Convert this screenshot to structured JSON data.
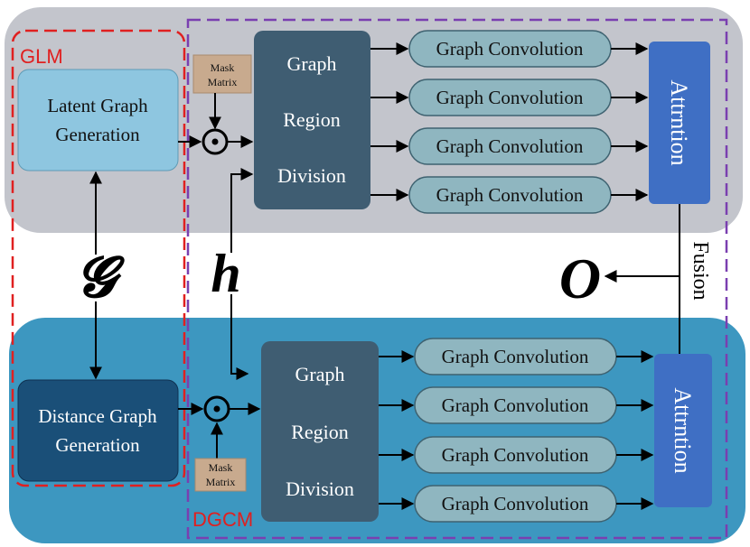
{
  "glm": {
    "label": "GLM",
    "latent_block": [
      "Latent Graph",
      "Generation"
    ],
    "mask_label": [
      "Mask",
      "Matrix"
    ],
    "region_block": [
      "Graph",
      "Region",
      "Division"
    ],
    "conv_labels": [
      "Graph Convolution",
      "Graph Convolution",
      "Graph Convolution",
      "Graph Convolution"
    ],
    "attention_label": "Attrntion"
  },
  "dgcm": {
    "label": "DGCM",
    "distance_block": [
      "Distance Graph",
      "Generation"
    ],
    "mask_label": [
      "Mask",
      "Matrix"
    ],
    "region_block": [
      "Graph",
      "Region",
      "Division"
    ],
    "conv_labels": [
      "Graph Convolution",
      "Graph Convolution",
      "Graph Convolution",
      "Graph Convolution"
    ],
    "attention_label": "Attrntion"
  },
  "symbols": {
    "graph": "𝓖",
    "hidden": "h",
    "output": "O",
    "hadamard": "⊙"
  },
  "fusion_label": "Fusion",
  "colors": {
    "glm_bg": "#c3c5cc",
    "dgcm_bg": "#3d97c0",
    "latent_box": "#8ec6e0",
    "distance_box": "#1a4f78",
    "region_box": "#3f5d72",
    "conv_box": "#8fb6c0",
    "attention_box": "#3f6fc4",
    "mask_box": "#c8aa8e",
    "glm_dash": "#e02020",
    "outer_dash": "#7a3fb0"
  }
}
